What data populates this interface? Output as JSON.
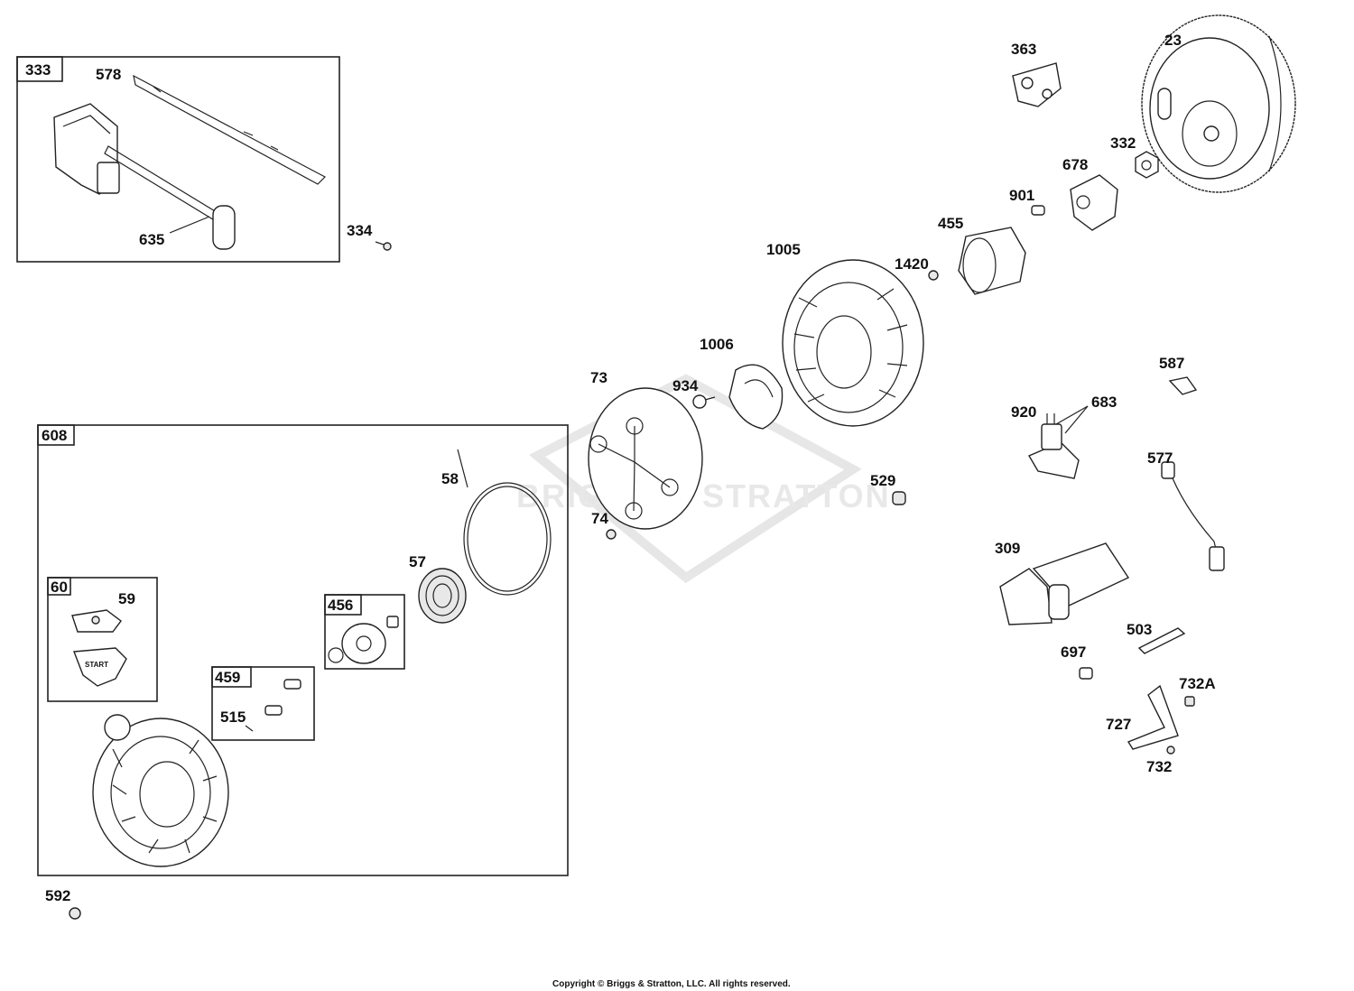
{
  "watermark": {
    "text": "BRIGGS & STRATTON"
  },
  "copyright": "Copyright © Briggs & Stratton, LLC. All rights reserved.",
  "groups": [
    {
      "label": "333"
    },
    {
      "label": "608"
    },
    {
      "label": "60"
    },
    {
      "label": "456"
    },
    {
      "label": "459"
    }
  ],
  "parts": [
    {
      "label": "23"
    },
    {
      "label": "363"
    },
    {
      "label": "332"
    },
    {
      "label": "678"
    },
    {
      "label": "901"
    },
    {
      "label": "455"
    },
    {
      "label": "1420"
    },
    {
      "label": "1005"
    },
    {
      "label": "578"
    },
    {
      "label": "635"
    },
    {
      "label": "334"
    },
    {
      "label": "1006"
    },
    {
      "label": "934"
    },
    {
      "label": "73"
    },
    {
      "label": "587"
    },
    {
      "label": "920"
    },
    {
      "label": "683"
    },
    {
      "label": "577"
    },
    {
      "label": "58"
    },
    {
      "label": "529"
    },
    {
      "label": "74"
    },
    {
      "label": "57"
    },
    {
      "label": "59"
    },
    {
      "label": "309"
    },
    {
      "label": "503"
    },
    {
      "label": "697"
    },
    {
      "label": "515"
    },
    {
      "label": "732A"
    },
    {
      "label": "727"
    },
    {
      "label": "732"
    },
    {
      "label": "592"
    }
  ],
  "icons": [
    "start-handle-icon",
    "flywheel-icon",
    "starter-motor-icon",
    "blower-housing-icon"
  ],
  "handle_text": "START"
}
